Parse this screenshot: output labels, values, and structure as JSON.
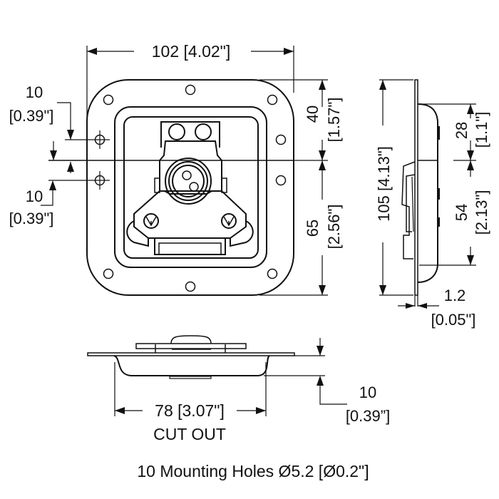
{
  "drawing": {
    "subject": "Recessed latch technical drawing",
    "front_view": {
      "width": {
        "value": "102",
        "imperial": "[4.02\"]"
      },
      "hole_offset_top": {
        "value": "10",
        "imperial": "[0.39\"]"
      },
      "hole_offset_bottom": {
        "value": "10",
        "imperial": "[0.39\"]"
      },
      "top_to_center": {
        "value": "40",
        "imperial": "[1.57\"]"
      },
      "center_to_bottom": {
        "value": "65",
        "imperial": "[2.56\"]"
      }
    },
    "side_view": {
      "height": {
        "value": "105",
        "imperial": "[4.13\"]"
      },
      "upper_pocket": {
        "value": "28",
        "imperial": "[1.1\"]"
      },
      "lower_pocket": {
        "value": "54",
        "imperial": "[2.13\"]"
      },
      "thickness": {
        "value": "1.2",
        "imperial": "[0.05\"]"
      }
    },
    "bottom_view": {
      "cutout": {
        "value": "78",
        "imperial": "[3.07\"]",
        "label": "CUT OUT"
      },
      "depth": {
        "value": "10",
        "imperial": "[0.39”]"
      }
    },
    "footnote": "10 Mounting Holes Ø5.2 [Ø0.2\"]"
  },
  "labels": {
    "width_text": "102 [4.02\"]",
    "top_to_center_value": "40",
    "top_to_center_imperial": "[1.57\"]",
    "center_to_bottom_value": "65",
    "center_to_bottom_imperial": "[2.56\"]",
    "height_text": "105 [4.13\"]",
    "upper_pocket_value": "28",
    "upper_pocket_imperial": "[1.1\"]",
    "lower_pocket_value": "54",
    "lower_pocket_imperial": "[2.13\"]",
    "thickness_value": "1.2",
    "thickness_imperial": "[0.05\"]",
    "hole_top_value": "10",
    "hole_top_imperial": "[0.39\"]",
    "hole_bottom_value": "10",
    "hole_bottom_imperial": "[0.39\"]",
    "cutout_text": "78 [3.07\"]",
    "cutout_label": "CUT OUT",
    "depth_value": "10",
    "depth_imperial": "[0.39”]",
    "footnote": "10 Mounting Holes Ø5.2 [Ø0.2\"]"
  }
}
